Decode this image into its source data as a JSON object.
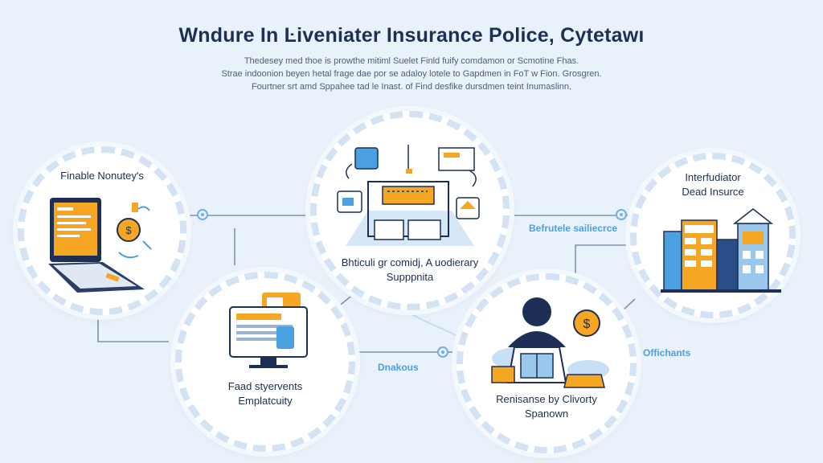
{
  "header": {
    "title": "Wndure In Ŀiveniater Insurance Police, Cytetawı",
    "subtitle_lines": [
      "Thedesey med thoe is prowthe mitiml Suelet Finld fuify comdamon or Scmotine Fhas.",
      "Strae indoonion beyen hetal frage dae por se adaloy lotele to Gapdmen in FoT w Fion. Grosgren.",
      "Fourtner srt amd Sppahee tad le Inast. of Find desfike dursdmen teint Inumaslinn."
    ]
  },
  "nodes": [
    {
      "id": "finable",
      "label_lines": [
        "Finable Nonutey's"
      ],
      "icon": "laptop-icon"
    },
    {
      "id": "fand",
      "label_lines": [
        "Faad styervents",
        "Emplatcuity"
      ],
      "icon": "monitor-lock-icon"
    },
    {
      "id": "center",
      "label_lines": [
        "Bhticuli gr comidj, A uodierary",
        "Supppnita"
      ],
      "icon": "system-diagram-icon"
    },
    {
      "id": "reinsurance",
      "label_lines": [
        "Renisanse by Clivorty",
        "Spanown"
      ],
      "icon": "house-dollar-icon"
    },
    {
      "id": "interfudiator",
      "label_lines": [
        "Interfudiator",
        "Dead Insurce"
      ],
      "icon": "city-buildings-icon"
    }
  ],
  "links": {
    "right_upper": "Befrutele sailiecrce",
    "bottom": "Dnakous",
    "right_lower": "Offichants"
  },
  "colors": {
    "background": "#e9f2fb",
    "accent_orange": "#f5a623",
    "accent_blue": "#4aa0e0",
    "dark_navy": "#1d2f55"
  }
}
